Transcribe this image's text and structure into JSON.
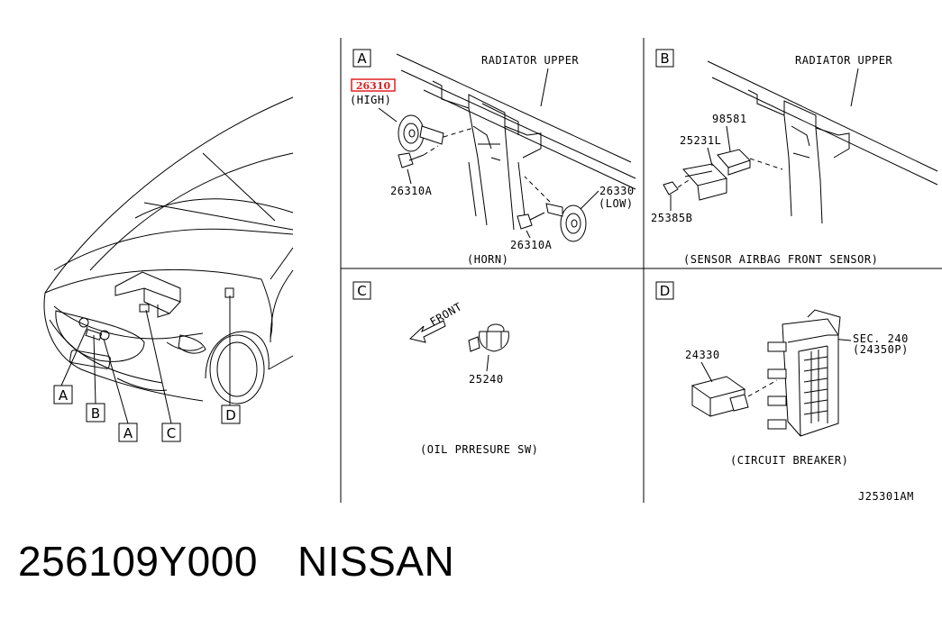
{
  "panels": {
    "a": {
      "letter": "A",
      "radiator": "RADIATOR UPPER",
      "highlight_part": "26310",
      "high": "(HIGH)",
      "bolt_top": "26310A",
      "part_low": "26330",
      "low": "(LOW)",
      "bolt_bottom": "26310A",
      "caption": "(HORN)"
    },
    "b": {
      "letter": "B",
      "radiator": "RADIATOR UPPER",
      "part_a": "98581",
      "part_b": "25231L",
      "part_c": "25385B",
      "caption": "(SENSOR AIRBAG FRONT SENSOR)"
    },
    "c": {
      "letter": "C",
      "front": "FRONT",
      "part": "25240",
      "caption": "(OIL PRRESURE SW)"
    },
    "d": {
      "letter": "D",
      "sec_line1": "SEC. 240",
      "sec_line2": "(24350P)",
      "part": "24330",
      "caption": "(CIRCUIT BREAKER)"
    }
  },
  "car_callouts": [
    "A",
    "B",
    "A",
    "C",
    "D"
  ],
  "diagram_code": "J25301AM",
  "part_number": "256109Y000",
  "brand": "NISSAN",
  "colors": {
    "highlight": "#e02020",
    "line": "#000000"
  }
}
